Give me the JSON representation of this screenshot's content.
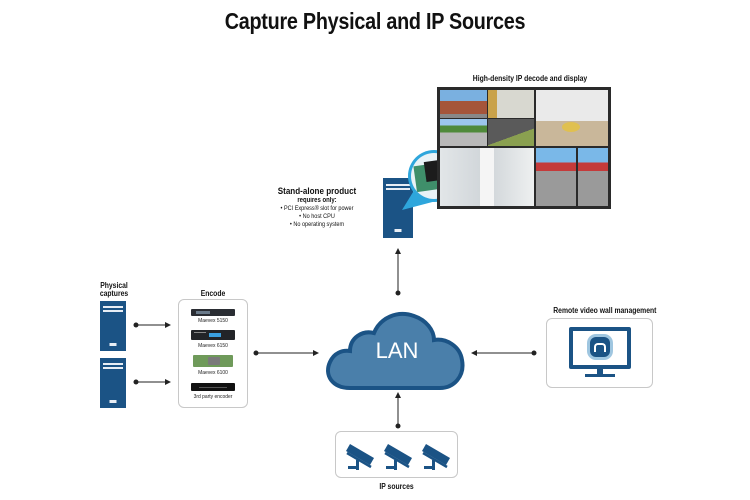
{
  "title": "Capture Physical and IP Sources",
  "colors": {
    "server_blue": "#1b5385",
    "cloud_fill": "#4a7faa",
    "cloud_stroke": "#1b5385",
    "box_border": "#c8c8c8",
    "arrow": "#222222"
  },
  "network": {
    "hub_label": "LAN",
    "hub_icon": "cloud-icon"
  },
  "physical_captures": {
    "label_line1": "Physical",
    "label_line2": "captures",
    "servers": [
      "server-icon",
      "server-icon"
    ]
  },
  "encode": {
    "label": "Encode",
    "devices": [
      {
        "name": "Maevex 5150",
        "icon": "encoder-appliance-icon"
      },
      {
        "name": "Maevex 6150",
        "icon": "encoder-rack-icon"
      },
      {
        "name": "Maevex 6100",
        "icon": "encoder-card-icon"
      },
      {
        "name": "3rd party encoder",
        "icon": "third-party-encoder-icon"
      }
    ]
  },
  "standalone": {
    "title": "Stand-alone product",
    "subtitle": "requires only:",
    "bullets": [
      "• PCI Express® slot for power",
      "• No host CPU",
      "• No operating system"
    ]
  },
  "video_wall": {
    "label": "High-density IP decode and display",
    "tiles": [
      "building-exterior",
      "office-door",
      "park",
      "parking-lot",
      "lobby",
      "hallway",
      "warehouse",
      "parking-cars"
    ]
  },
  "remote": {
    "label": "Remote video wall management",
    "icon": "monitor-cloud-logo-icon"
  },
  "ip_sources": {
    "label": "IP sources",
    "cameras": [
      "security-camera-icon",
      "security-camera-icon",
      "security-camera-icon"
    ]
  }
}
